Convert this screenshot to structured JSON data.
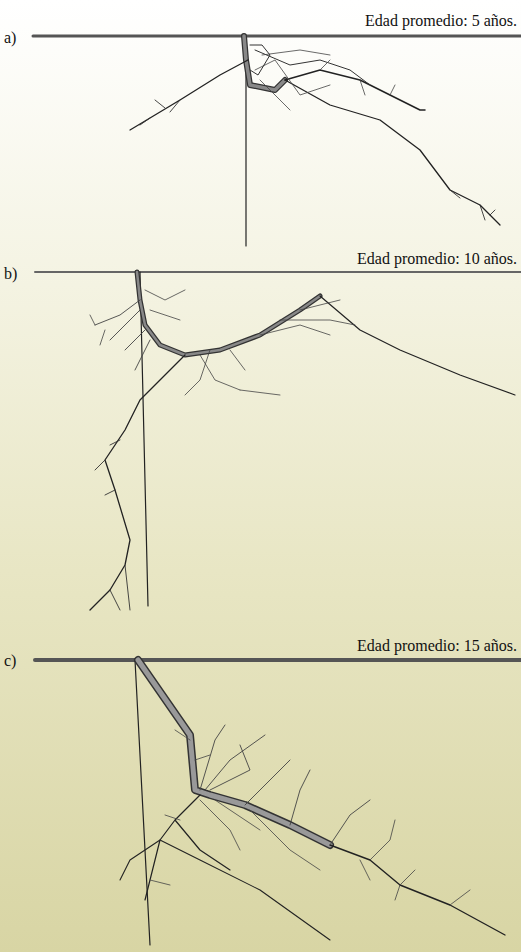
{
  "diagram": {
    "labels": [
      "a)",
      "Edad promedio: 5 años.",
      "b)",
      "Edad promedio: 10 años.",
      "c)",
      "Edad promedio: 15 años."
    ]
  }
}
